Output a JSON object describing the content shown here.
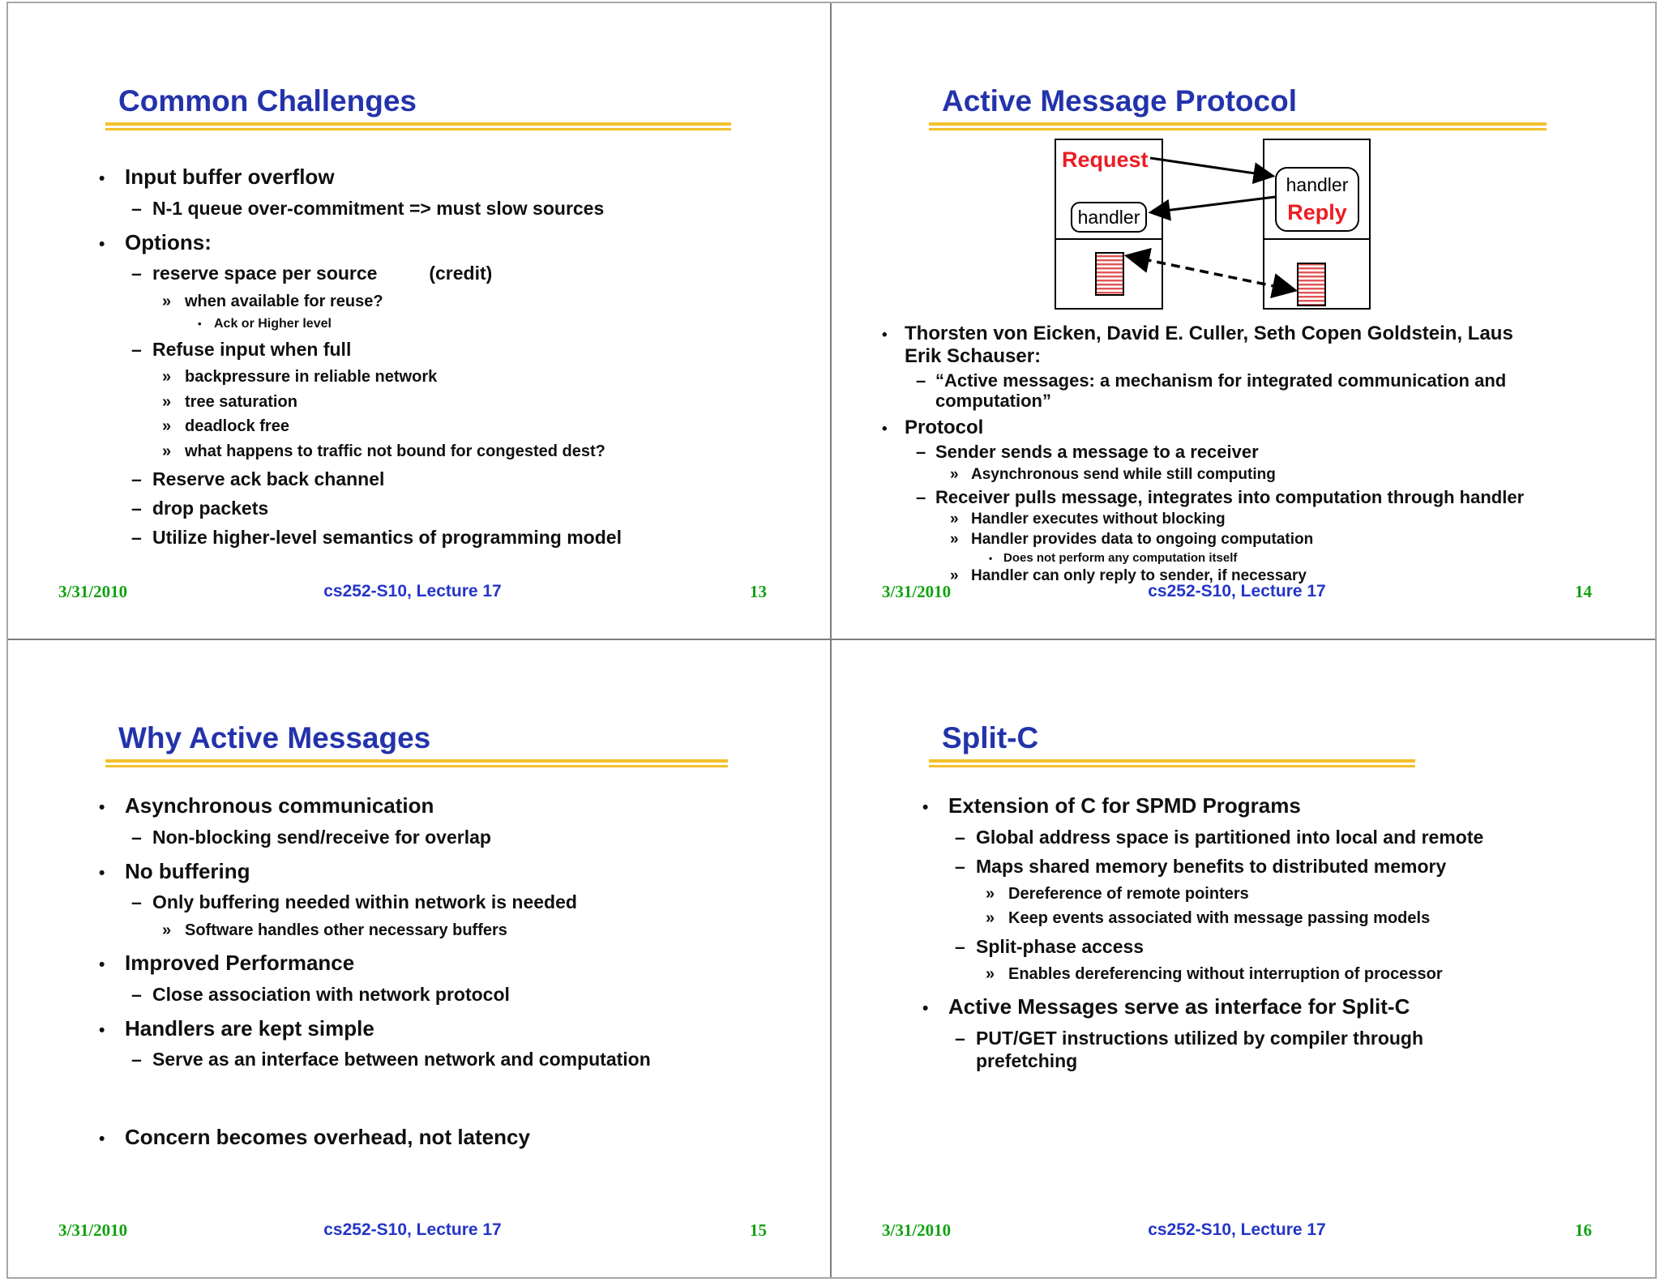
{
  "colors": {
    "title-blue": "#2333ab",
    "gold": "#f2c02c",
    "red": "#ed1c24",
    "green": "#11a211",
    "footer-blue": "#2435c8"
  },
  "markers": {
    "1": "•",
    "2": "–",
    "3": "»",
    "4": "•"
  },
  "footer": {
    "date": "3/31/2010",
    "center": "cs252-S10, Lecture 17"
  },
  "diagram": {
    "request": "Request",
    "reply": "Reply",
    "handler": "handler"
  },
  "slides": [
    {
      "title": "Common Challenges",
      "page": "13",
      "bullets": [
        {
          "level": 1,
          "text": "Input buffer overflow"
        },
        {
          "level": 2,
          "text": "N-1 queue over-commitment => must slow sources"
        },
        {
          "level": 1,
          "text": "Options:"
        },
        {
          "level": 2,
          "text": "reserve space per source          (credit)"
        },
        {
          "level": 3,
          "text": "when available for reuse?"
        },
        {
          "level": 4,
          "text": "Ack or Higher level"
        },
        {
          "level": 2,
          "text": "Refuse input when full"
        },
        {
          "level": 3,
          "text": "backpressure in reliable network"
        },
        {
          "level": 3,
          "text": "tree saturation"
        },
        {
          "level": 3,
          "text": "deadlock free"
        },
        {
          "level": 3,
          "text": "what happens to traffic not bound for congested dest?"
        },
        {
          "level": 2,
          "text": "Reserve ack back channel"
        },
        {
          "level": 2,
          "text": "drop packets"
        },
        {
          "level": 2,
          "text": "Utilize higher-level semantics of programming model"
        }
      ]
    },
    {
      "title": "Active Message Protocol",
      "page": "14",
      "bullets": [
        {
          "level": 1,
          "text": "Thorsten von Eicken, David E. Culler, Seth Copen Goldstein, Laus\nErik Schauser:"
        },
        {
          "level": 2,
          "text": "“Active messages: a mechanism for integrated communication and\ncomputation”"
        },
        {
          "level": 1,
          "text": "Protocol"
        },
        {
          "level": 2,
          "text": "Sender sends a message to a receiver"
        },
        {
          "level": 3,
          "text": "Asynchronous send while still computing"
        },
        {
          "level": 2,
          "text": "Receiver pulls message, integrates into computation through handler"
        },
        {
          "level": 3,
          "text": "Handler executes without blocking"
        },
        {
          "level": 3,
          "text": "Handler provides data to ongoing computation"
        },
        {
          "level": 4,
          "text": "Does not perform any computation itself"
        },
        {
          "level": 3,
          "text": "Handler can only reply to sender, if necessary"
        }
      ]
    },
    {
      "title": "Why Active Messages",
      "page": "15",
      "bullets": [
        {
          "level": 1,
          "text": "Asynchronous communication"
        },
        {
          "level": 2,
          "text": "Non-blocking send/receive for overlap"
        },
        {
          "level": 1,
          "text": "No buffering"
        },
        {
          "level": 2,
          "text": "Only buffering needed within network is needed"
        },
        {
          "level": 3,
          "text": "Software handles other necessary buffers"
        },
        {
          "level": 1,
          "text": "Improved Performance"
        },
        {
          "level": 2,
          "text": "Close association with network protocol"
        },
        {
          "level": 1,
          "text": "Handlers are kept simple"
        },
        {
          "level": 2,
          "text": "Serve as an interface between network and computation"
        },
        {
          "spacer": true
        },
        {
          "level": 1,
          "text": "Concern becomes overhead, not latency"
        }
      ]
    },
    {
      "title": "Split-C",
      "page": "16",
      "bullets": [
        {
          "level": 1,
          "text": "Extension of C for SPMD Programs"
        },
        {
          "level": 2,
          "text": "Global address space is partitioned into local and remote"
        },
        {
          "level": 2,
          "text": "Maps shared memory benefits to distributed memory"
        },
        {
          "level": 3,
          "text": "Dereference of remote pointers"
        },
        {
          "level": 3,
          "text": "Keep events associated with message passing models"
        },
        {
          "level": 2,
          "text": "Split-phase access"
        },
        {
          "level": 3,
          "text": "Enables dereferencing without interruption of processor"
        },
        {
          "level": 1,
          "text": "Active Messages serve as interface for Split-C"
        },
        {
          "level": 2,
          "text": "PUT/GET instructions utilized by compiler through\nprefetching"
        }
      ]
    }
  ]
}
